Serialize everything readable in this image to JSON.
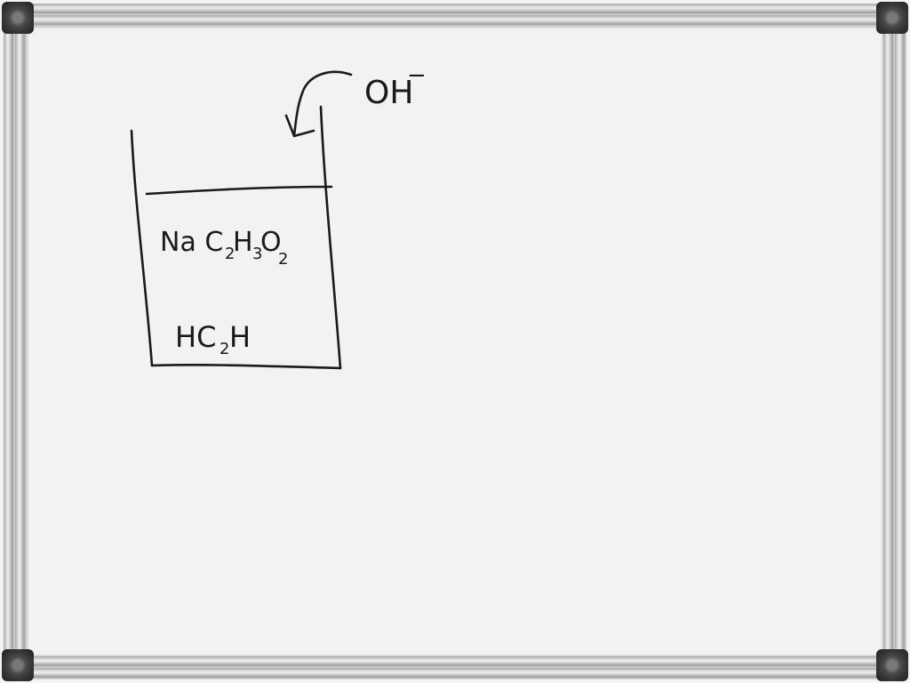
{
  "board": {
    "ink_color": "#1a1a1a",
    "background_color": "#f2f2f2",
    "frame_color": "#c4c4c4"
  },
  "diagram": {
    "reagent_label": {
      "base": "OH",
      "charge": "−"
    },
    "salt_formula": {
      "prefix": "Na C",
      "sub1": "2",
      "mid1": "H",
      "sub2": "3",
      "mid2": "O",
      "sub3": "2"
    },
    "acid_formula": {
      "prefix": "HC",
      "sub1": "2",
      "suffix": "H"
    }
  }
}
